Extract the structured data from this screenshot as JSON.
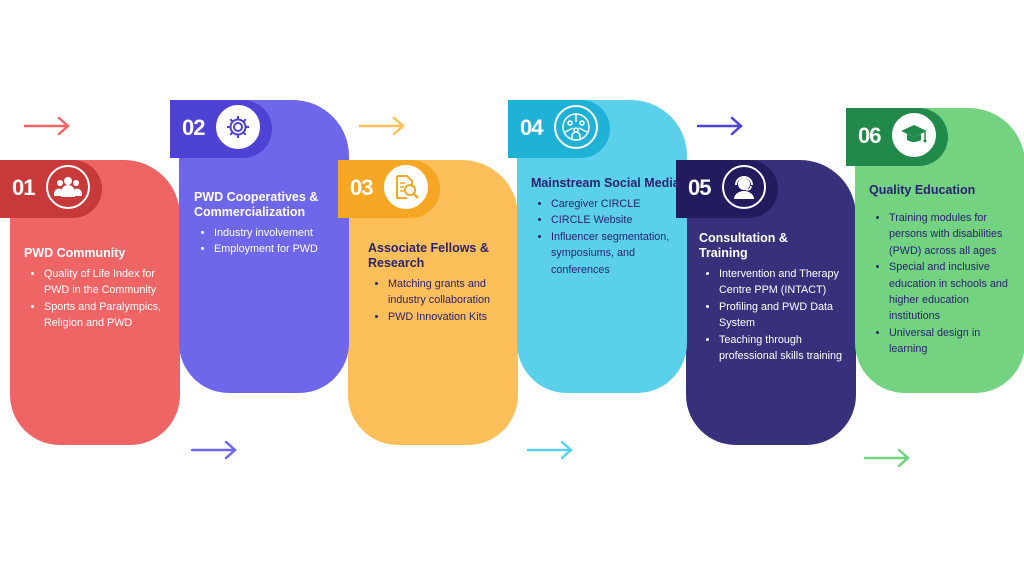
{
  "steps": [
    {
      "number": "01",
      "title": "PWD Community",
      "icon": "community-icon",
      "color": "#EF6566",
      "tab_color": "#C8393A",
      "text_color": "#ffffff",
      "bullets": [
        "Quality of Life Index for PWD in the Community",
        "Sports and Paralympics, Religion and PWD"
      ]
    },
    {
      "number": "02",
      "title": "PWD Cooperatives & Commercialization",
      "icon": "gear-icon",
      "color": "#6E67EA",
      "tab_color": "#4D42D4",
      "text_color": "#ffffff",
      "bullets": [
        "Industry involvement",
        "Employment for PWD"
      ]
    },
    {
      "number": "03",
      "title": "Associate Fellows & Research",
      "icon": "research-document-icon",
      "color": "#FDBF5A",
      "tab_color": "#F5A623",
      "text_color": "#2A2270",
      "bullets": [
        "Matching grants and industry collaboration",
        "PWD Innovation Kits"
      ]
    },
    {
      "number": "04",
      "title": "Mainstream Social Media",
      "icon": "network-puzzle-icon",
      "color": "#5AD0EB",
      "tab_color": "#1FB2D6",
      "text_color": "#2A2270",
      "bullets": [
        "Caregiver CIRCLE",
        "CIRCLE Website",
        "Influencer segmentation, symposiums, and conferences"
      ]
    },
    {
      "number": "05",
      "title": "Consultation & Training",
      "icon": "headset-support-icon",
      "color": "#37307A",
      "tab_color": "#221C5E",
      "text_color": "#ffffff",
      "bullets": [
        "Intervention and Therapy Centre PPM (INTACT)",
        "Profiling and PWD Data System",
        "Teaching through professional skills training"
      ]
    },
    {
      "number": "06",
      "title": "Quality Education",
      "icon": "graduation-cap-icon",
      "color": "#74D381",
      "tab_color": "#21894A",
      "text_color": "#2A2270",
      "bullets": [
        "Training modules for persons with disabilities (PWD) across all ages",
        "Special and inclusive education in schools and higher education institutions",
        "Universal design in learning"
      ]
    }
  ]
}
